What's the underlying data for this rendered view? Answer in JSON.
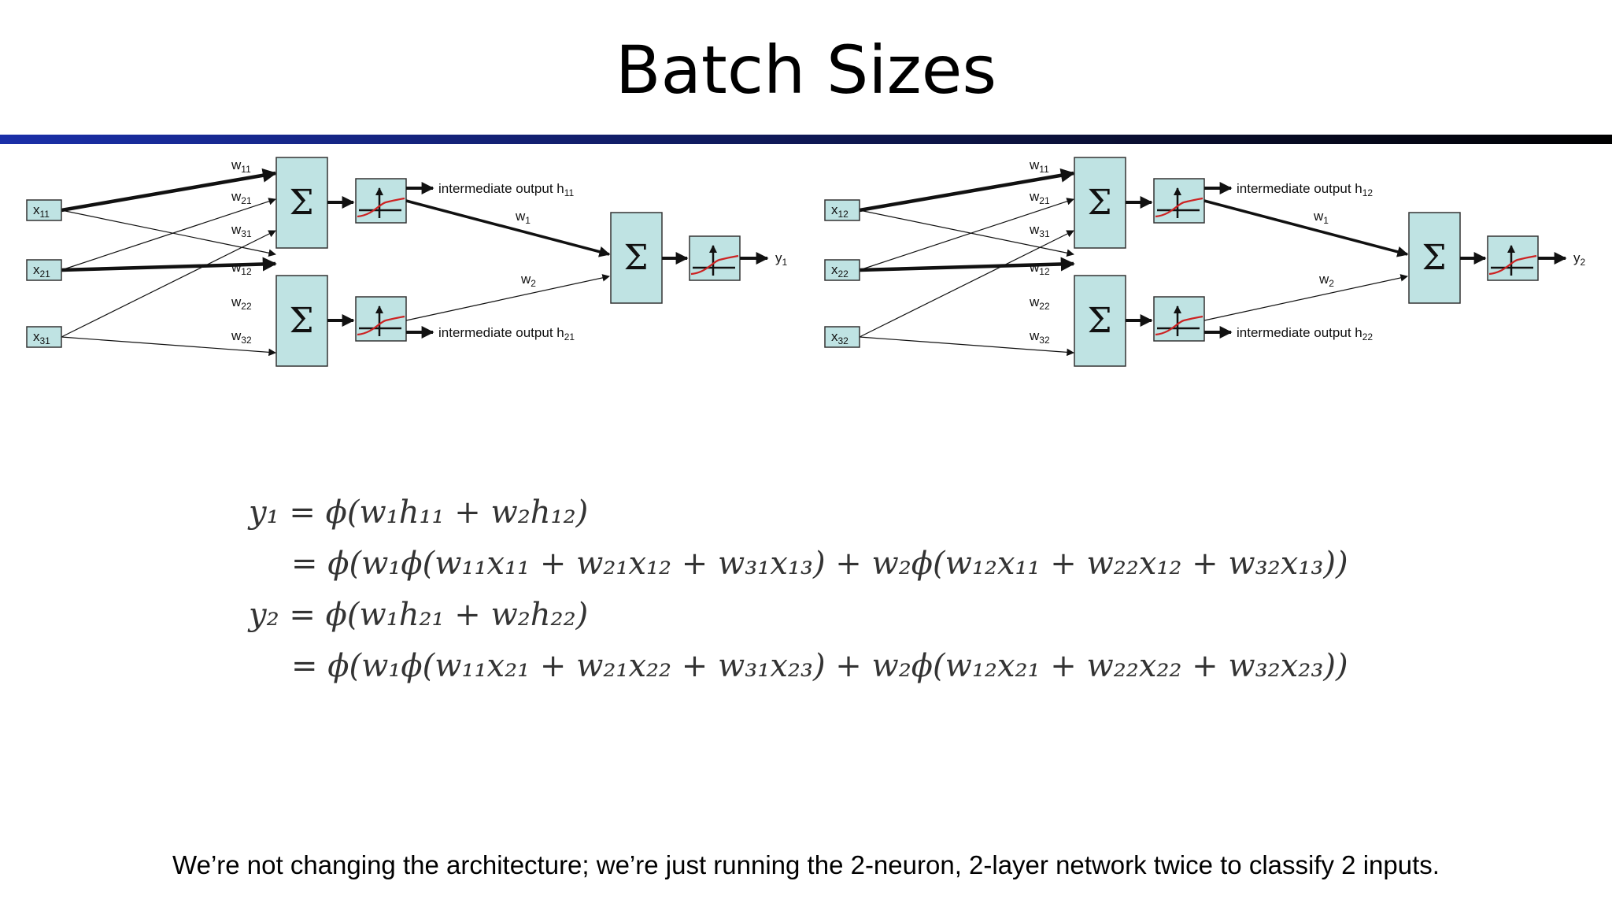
{
  "slide": {
    "title": "Batch Sizes",
    "caption": "We’re not changing the architecture; we’re just running the 2-neuron, 2-layer network twice to classify 2 inputs.",
    "accent_gradient": [
      "#1a2fa8",
      "#0a0f33",
      "#000000"
    ]
  },
  "networks": [
    {
      "inputs": [
        {
          "base": "x",
          "sub": "11"
        },
        {
          "base": "x",
          "sub": "21"
        },
        {
          "base": "x",
          "sub": "31"
        }
      ],
      "weights": [
        {
          "base": "w",
          "sub": "11"
        },
        {
          "base": "w",
          "sub": "21"
        },
        {
          "base": "w",
          "sub": "31"
        },
        {
          "base": "w",
          "sub": "12"
        },
        {
          "base": "w",
          "sub": "22"
        },
        {
          "base": "w",
          "sub": "32"
        }
      ],
      "sum_symbol": "Σ",
      "hidden_outputs": [
        {
          "text": "intermediate output h",
          "sub": "11"
        },
        {
          "text": "intermediate output h",
          "sub": "21"
        }
      ],
      "output_weights": [
        {
          "base": "w",
          "sub": "1"
        },
        {
          "base": "w",
          "sub": "2"
        }
      ],
      "output": {
        "base": "y",
        "sub": "1"
      }
    },
    {
      "inputs": [
        {
          "base": "x",
          "sub": "12"
        },
        {
          "base": "x",
          "sub": "22"
        },
        {
          "base": "x",
          "sub": "32"
        }
      ],
      "weights": [
        {
          "base": "w",
          "sub": "11"
        },
        {
          "base": "w",
          "sub": "21"
        },
        {
          "base": "w",
          "sub": "31"
        },
        {
          "base": "w",
          "sub": "12"
        },
        {
          "base": "w",
          "sub": "22"
        },
        {
          "base": "w",
          "sub": "32"
        }
      ],
      "sum_symbol": "Σ",
      "hidden_outputs": [
        {
          "text": "intermediate output h",
          "sub": "12"
        },
        {
          "text": "intermediate output h",
          "sub": "22"
        }
      ],
      "output_weights": [
        {
          "base": "w",
          "sub": "1"
        },
        {
          "base": "w",
          "sub": "2"
        }
      ],
      "output": {
        "base": "y",
        "sub": "2"
      }
    }
  ],
  "equations": [
    "y₁ = ϕ(w₁h₁₁ + w₂h₁₂)",
    "= ϕ(w₁ϕ(w₁₁x₁₁ + w₂₁x₁₂ + w₃₁x₁₃) + w₂ϕ(w₁₂x₁₁ + w₂₂x₁₂ + w₃₂x₁₃))",
    "y₂ = ϕ(w₁h₂₁ + w₂h₂₂)",
    "= ϕ(w₁ϕ(w₁₁x₂₁ + w₂₁x₂₂ + w₃₁x₂₃) + w₂ϕ(w₁₂x₂₁ + w₂₂x₂₂ + w₃₂x₂₃))"
  ],
  "colors": {
    "node_fill": "#bfe3e3",
    "node_stroke": "#333333",
    "curve": "#cc2222",
    "text": "#111111"
  }
}
